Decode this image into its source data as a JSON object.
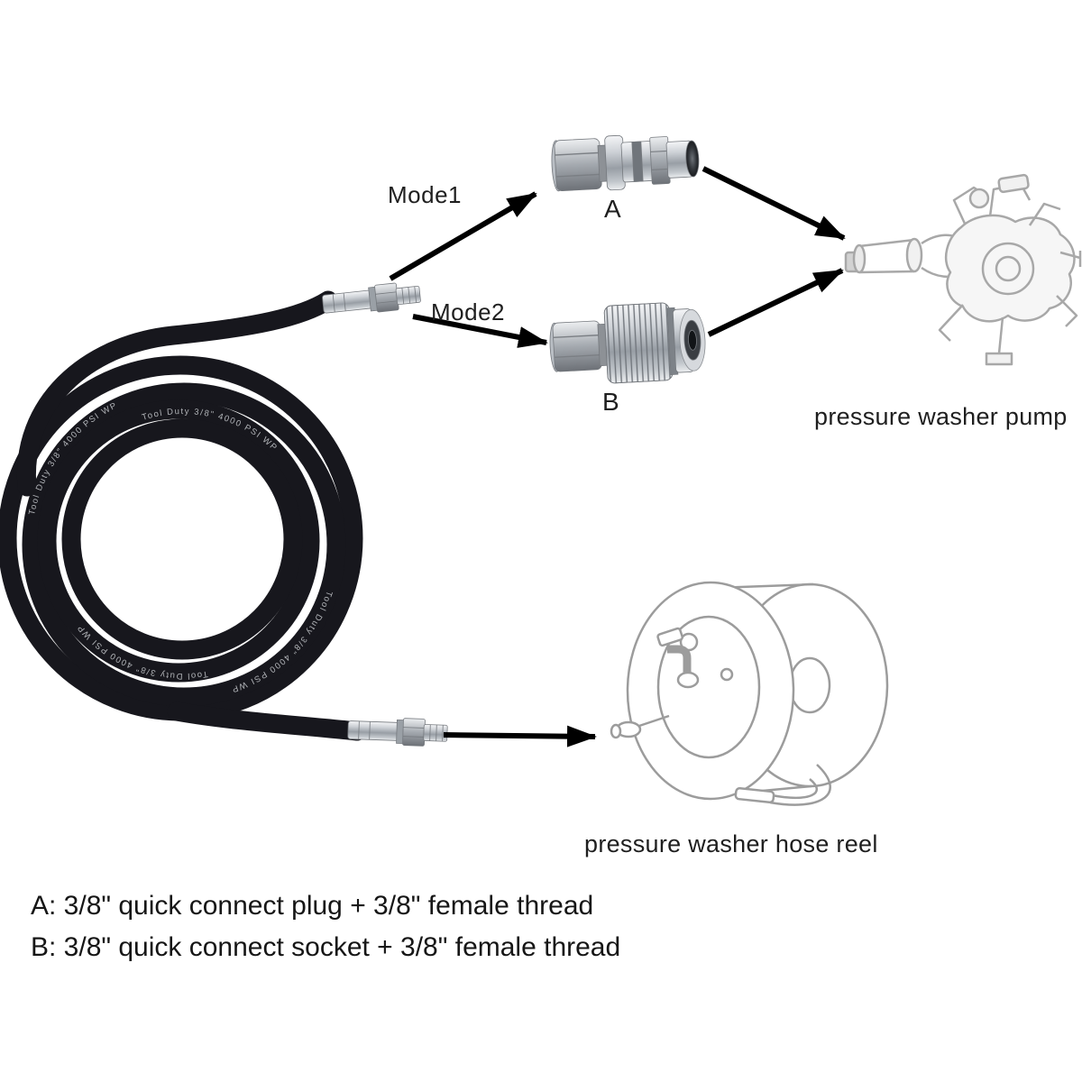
{
  "diagram": {
    "mode1_label": "Mode1",
    "mode2_label": "Mode2",
    "adapter_a_letter": "A",
    "adapter_b_letter": "B",
    "pump_caption": "pressure washer pump",
    "reel_caption": "pressure washer hose reel",
    "hose_print": "Tool Duty 3/8\" 4000 PSI WP"
  },
  "legend": {
    "line_a": "A: 3/8\" quick connect plug + 3/8\" female thread",
    "line_b": "B: 3/8\" quick connect socket + 3/8\" female thread"
  },
  "colors": {
    "arrow": "#000000",
    "hose": "#17171d",
    "sketch": "#a0a0a0",
    "metal_light": "#cdd1d6",
    "metal_dark": "#6d7177"
  }
}
